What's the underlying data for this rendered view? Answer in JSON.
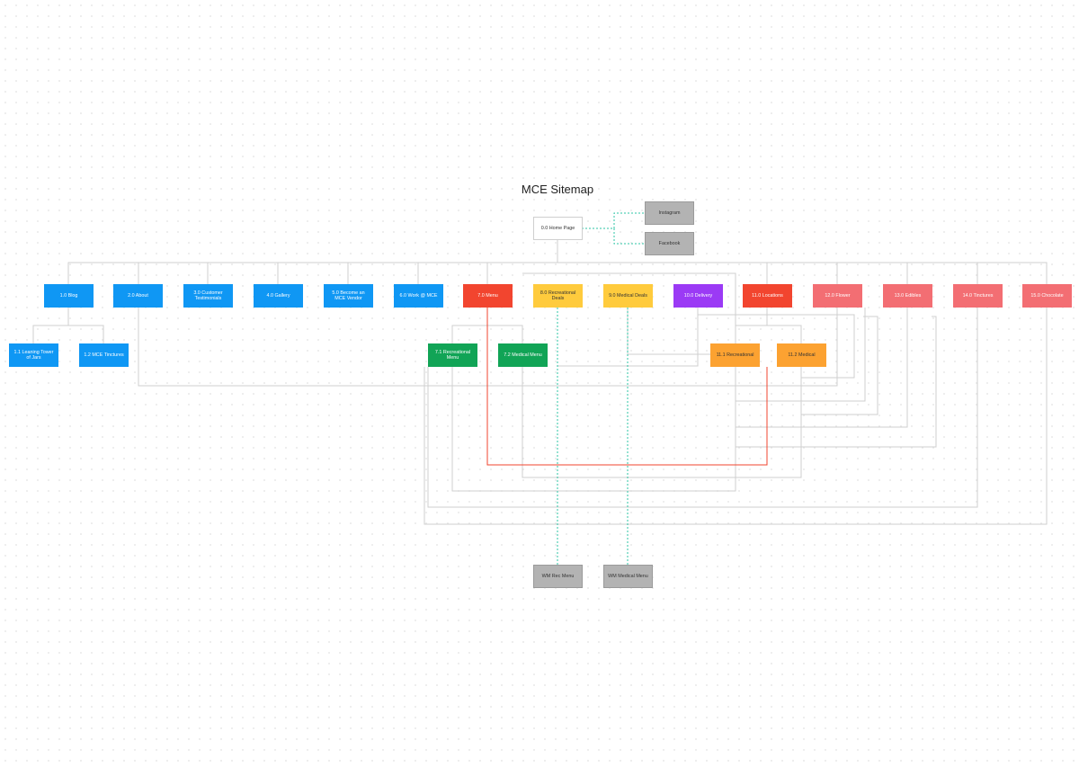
{
  "title": "MCE Sitemap",
  "nodes": {
    "home": "0.0 Home Page",
    "instagram": "Instagram",
    "facebook": "Facebook",
    "blog": "1.0 Blog",
    "leaning_tower": "1.1 Leaning Tower of Jars",
    "mce_tinctures": "1.2 MCE Tinctures",
    "about": "2.0 About",
    "testimonials": "3.0 Customer Testimonials",
    "gallery": "4.0 Gallery",
    "vendor": "5.0 Become an MCE Vendor",
    "work": "6.0 Work @ MCE",
    "menu": "7.0 Menu",
    "rec_menu": "7.1 Recreational Menu",
    "med_menu": "7.2 Medical Menu",
    "rec_deals": "8.0 Recreational Deals",
    "med_deals": "9.0 Medical Deals",
    "delivery": "10.0 Delivery",
    "locations": "11.0 Locations",
    "loc_rec": "11.1 Recreational",
    "loc_med": "11.2 Medical",
    "flower": "12.0 Flower",
    "edibles": "13.0 Edibles",
    "tinctures": "14.0 Tinctures",
    "chocolate": "15.0 Chocolate",
    "wm_rec": "WM Rec Menu",
    "wm_med": "WM Medical Menu"
  },
  "colors": {
    "blue": "#0f97f4",
    "red": "#f2452f",
    "yellow": "#ffcb3d",
    "purple": "#9b3af5",
    "pink": "#f36e73",
    "green": "#11a456",
    "orange": "#fca231",
    "gray": "#b3b3b3",
    "connector": "#cfcfcf",
    "connector_teal": "#2ec4a6",
    "connector_red": "#f2452f"
  }
}
